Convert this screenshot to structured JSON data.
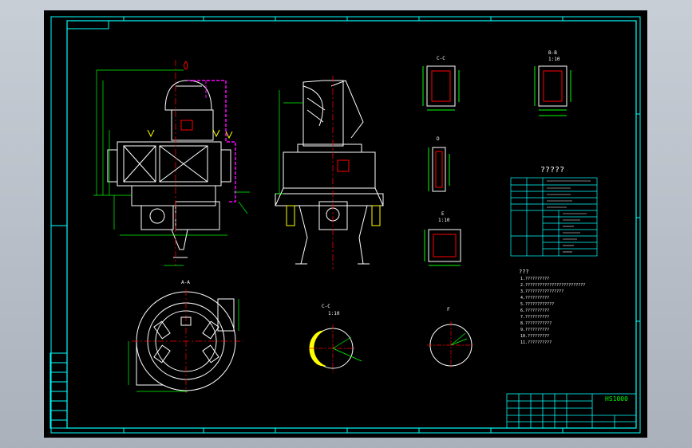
{
  "drawing": {
    "sheet_title": "??????",
    "drawing_code": "HS1000",
    "section_aa": "A-A",
    "section_cc": "C-C",
    "section_bb": "B-B",
    "detail_f": "F",
    "ratio_label": "1:10",
    "view_e": "E",
    "view_d": "D",
    "param_table_title": "?????",
    "notes_title": "???",
    "notes": [
      "1.??????????",
      "2.?????????????????????????",
      "3.????????????????",
      "4.??????????",
      "5.????????????",
      "6.??????????",
      "7.??????????",
      "8.???????????",
      "9.??????????",
      "10.?????????",
      "11.??????????"
    ]
  },
  "colors": {
    "sheet_bg": "#000000",
    "frame": "#00ffff",
    "outline": "#ffffff",
    "hidden": "#ff00ff",
    "accent": "#ffff00",
    "section": "#ff0000",
    "dimension": "#00ff00",
    "title_text": "#00ff00"
  }
}
